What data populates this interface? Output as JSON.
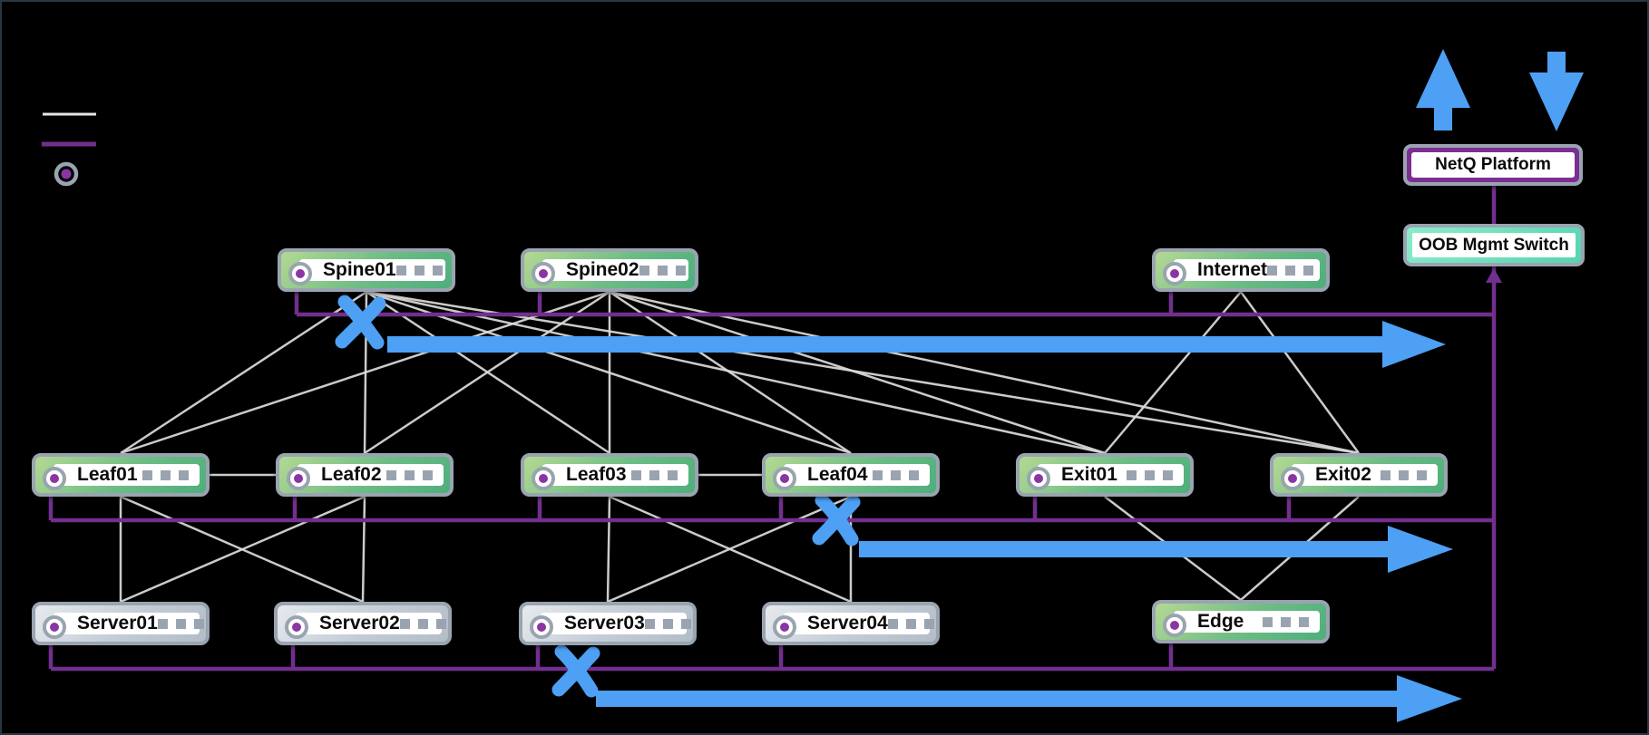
{
  "legend": {
    "items": [
      {
        "icon": "data-link-legend-line",
        "color": "#dcdcdc"
      },
      {
        "icon": "mgmt-link-legend-line",
        "color": "#722f8e"
      },
      {
        "icon": "mgmt-port-legend-icon",
        "color": "#8b35a5"
      }
    ]
  },
  "nodes": {
    "spine01": {
      "label": "Spine01",
      "type": "switch"
    },
    "spine02": {
      "label": "Spine02",
      "type": "switch"
    },
    "internet": {
      "label": "Internet",
      "type": "switch"
    },
    "leaf01": {
      "label": "Leaf01",
      "type": "switch"
    },
    "leaf02": {
      "label": "Leaf02",
      "type": "switch"
    },
    "leaf03": {
      "label": "Leaf03",
      "type": "switch"
    },
    "leaf04": {
      "label": "Leaf04",
      "type": "switch"
    },
    "exit01": {
      "label": "Exit01",
      "type": "switch"
    },
    "exit02": {
      "label": "Exit02",
      "type": "switch"
    },
    "server01": {
      "label": "Server01",
      "type": "server"
    },
    "server02": {
      "label": "Server02",
      "type": "server"
    },
    "server03": {
      "label": "Server03",
      "type": "server"
    },
    "server04": {
      "label": "Server04",
      "type": "server"
    },
    "edge": {
      "label": "Edge",
      "type": "switch"
    },
    "netq": {
      "label": "NetQ Platform"
    },
    "oob": {
      "label": "OOB Mgmt Switch"
    }
  },
  "links": {
    "data": [
      [
        "spine01",
        "leaf01"
      ],
      [
        "spine01",
        "leaf02"
      ],
      [
        "spine01",
        "leaf03"
      ],
      [
        "spine01",
        "leaf04"
      ],
      [
        "spine01",
        "exit01"
      ],
      [
        "spine01",
        "exit02"
      ],
      [
        "spine02",
        "leaf01"
      ],
      [
        "spine02",
        "leaf02"
      ],
      [
        "spine02",
        "leaf03"
      ],
      [
        "spine02",
        "leaf04"
      ],
      [
        "spine02",
        "exit01"
      ],
      [
        "spine02",
        "exit02"
      ],
      [
        "internet",
        "exit01"
      ],
      [
        "internet",
        "exit02"
      ],
      [
        "leaf01",
        "server01"
      ],
      [
        "leaf01",
        "server02"
      ],
      [
        "leaf02",
        "server01"
      ],
      [
        "leaf02",
        "server02"
      ],
      [
        "leaf03",
        "server03"
      ],
      [
        "leaf03",
        "server04"
      ],
      [
        "leaf04",
        "server03"
      ],
      [
        "leaf04",
        "server04"
      ],
      [
        "exit01",
        "edge"
      ],
      [
        "exit02",
        "edge"
      ]
    ],
    "peer": [
      [
        "leaf01",
        "leaf02"
      ],
      [
        "leaf03",
        "leaf04"
      ]
    ],
    "mgmt_buses": 3
  },
  "annotations": {
    "x_marks": [
      {
        "on": "spine-row-mgmt-bus"
      },
      {
        "on": "leaf-row-mgmt-bus"
      },
      {
        "on": "server-row-mgmt-bus"
      }
    ],
    "flow_arrows": [
      {
        "row": "spine",
        "direction": "right"
      },
      {
        "row": "leaf",
        "direction": "right"
      },
      {
        "row": "server",
        "direction": "right"
      }
    ],
    "upload_arrow": "up",
    "download_arrow": "down"
  },
  "colors": {
    "annotation_blue": "#4da0f4",
    "mgmt_purple": "#722f8e",
    "data_link_white": "#dcdcdc",
    "switch_green": "#4fae7c",
    "server_gray": "#b3bdc7",
    "netq_border_purple": "#7b2f92",
    "oob_teal": "#55d5ae",
    "node_border_gray": "#9aa4b0",
    "mgmt_port_purple": "#8b35a5"
  }
}
